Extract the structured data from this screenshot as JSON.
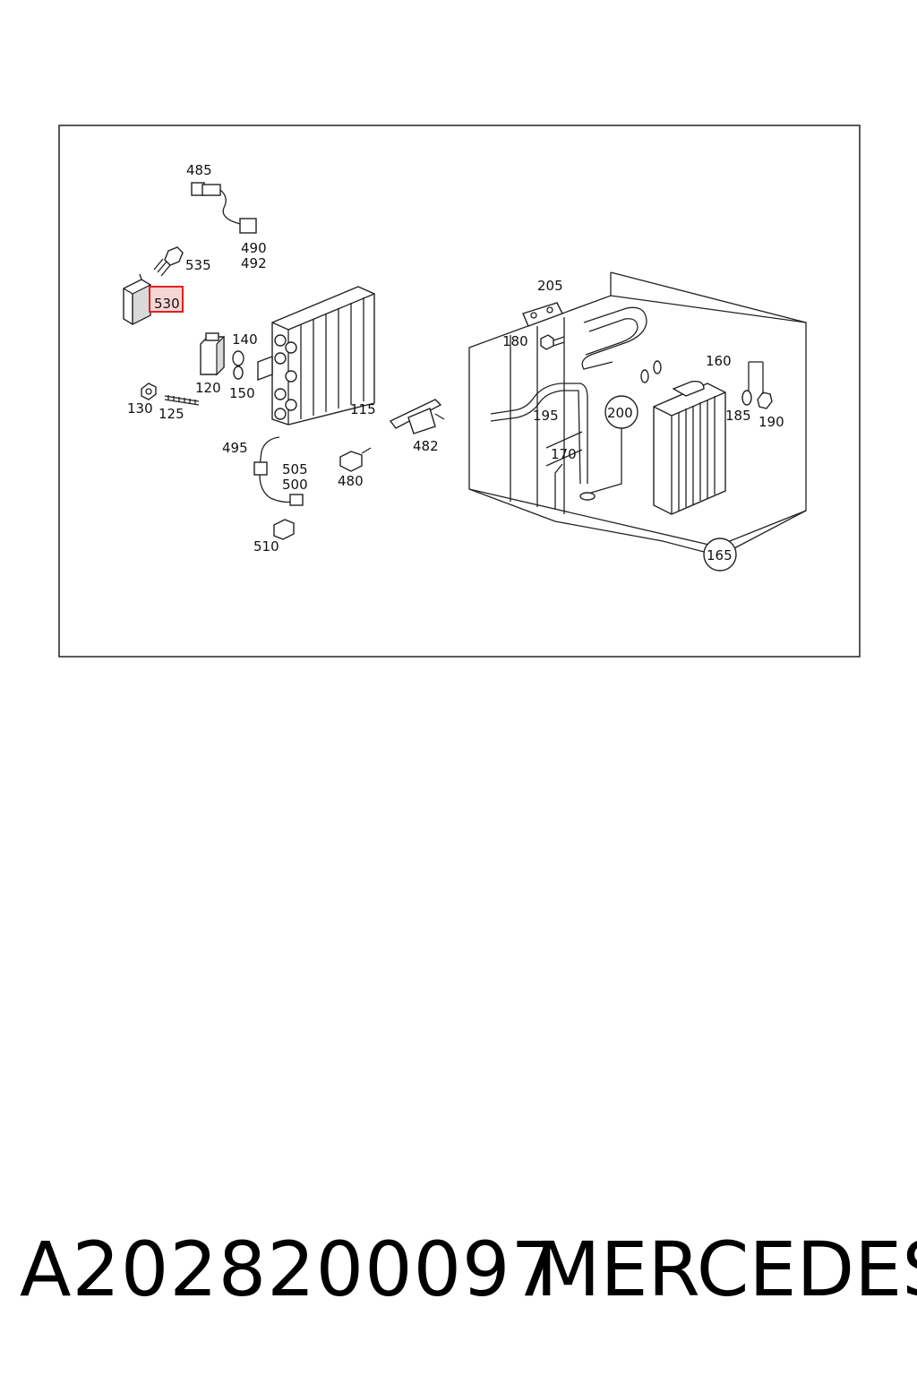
{
  "diagram": {
    "labels": {
      "p485": "485",
      "p490": "490",
      "p492": "492",
      "p535": "535",
      "p530": "530",
      "p140": "140",
      "p120": "120",
      "p150": "150",
      "p130": "130",
      "p125": "125",
      "p115": "115",
      "p495": "495",
      "p505": "505",
      "p500": "500",
      "p480": "480",
      "p510": "510",
      "p482": "482",
      "p205": "205",
      "p180": "180",
      "p195": "195",
      "p200": "200",
      "p170": "170",
      "p160": "160",
      "p185": "185",
      "p190": "190",
      "p165": "165"
    },
    "highlighted_part": "530",
    "highlight_color": "#e02020"
  },
  "footer": {
    "part_number": "A2028200097",
    "brand": "MERCEDES"
  }
}
